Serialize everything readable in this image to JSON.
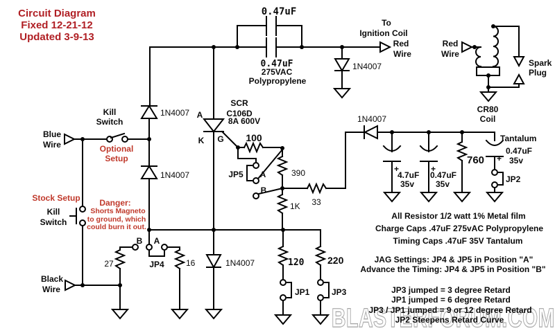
{
  "colors": {
    "title_red": "#b01f24",
    "warning_red": "#c0392b",
    "wire_black": "#000000",
    "watermark_gray": "#8f8f8f",
    "background": "#ffffff"
  },
  "title": {
    "line1": "Circuit Diagram",
    "line2": "Fixed 12-21-12",
    "line3": "Updated 3-9-13"
  },
  "charge_caps": {
    "top_value": "0.47uF",
    "main_value": "0.47uF",
    "main_rating": "275VAC",
    "main_type": "Polypropylene"
  },
  "output": {
    "to": "To",
    "dest": "Ignition Coil",
    "wire1": "Red",
    "wire2": "Wire"
  },
  "coil": {
    "in1": "Red",
    "in2": "Wire",
    "spark1": "Spark",
    "spark2": "Plug",
    "name1": "CR80",
    "name2": "Coil"
  },
  "magneto": {
    "blue1": "Blue",
    "blue2": "Wire",
    "black1": "Black",
    "black2": "Wire"
  },
  "kill_optional": {
    "label1": "Kill",
    "label2": "Switch",
    "note1": "Optional",
    "note2": "Setup"
  },
  "kill_stock": {
    "note": "Stock Setup",
    "label1": "Kill",
    "label2": "Switch",
    "danger_title": "Danger:",
    "danger1": "Shorts Magneto",
    "danger2": "to ground, which",
    "danger3": "could burn it out."
  },
  "diodes": {
    "d1": "1N4007",
    "d2": "1N4007",
    "d3": "1N4007",
    "d4": "1N4007",
    "d5": "1N4007"
  },
  "scr": {
    "title": "SCR",
    "part": "C106D",
    "rating": "8A  600V",
    "anode": "A",
    "cathode": "K",
    "gate": "G"
  },
  "resistors": {
    "r100": "100",
    "r390": "390",
    "r1k": "1K",
    "r33": "33",
    "r27": "27",
    "r16": "16",
    "r120": "120",
    "r220": "220",
    "r760": "760"
  },
  "jumpers": {
    "jp1": "JP1",
    "jp2": "JP2",
    "jp3": "JP3",
    "jp4": "JP4",
    "jp5": "JP5",
    "jp4_a": "A",
    "jp4_b": "B",
    "jp5_a": "A",
    "jp5_b": "B"
  },
  "caps": {
    "plus": "+",
    "c1": "4.7uF",
    "c1v": "35v",
    "c2": "0.47uF",
    "c2v": "35v",
    "c3_type": "Tantalum",
    "c3": "0.47uF",
    "c3v": "35v"
  },
  "notes": {
    "l1": "All Resistor 1/2 watt 1% Metal film",
    "l2": "Charge Caps .47uF 275vAC Polypropylene",
    "l3": "Timing Caps .47uF 35V Tantalum",
    "l4": "JAG Settings: JP4 & JP5 in Position \"A\"",
    "l5": "Advance the Timing: JP4 & JP5 in Position \"B\"",
    "l6": "JP3 jumped = 3 degree Retard",
    "l7": "JP1 jumped = 6 degree Retard",
    "l8": "JP3 / JP1 jumped = 9 or 12 degree Retard",
    "l9": "JP2 Steepens Retard Curve"
  },
  "watermark": "BLASTERFORUM.COM"
}
